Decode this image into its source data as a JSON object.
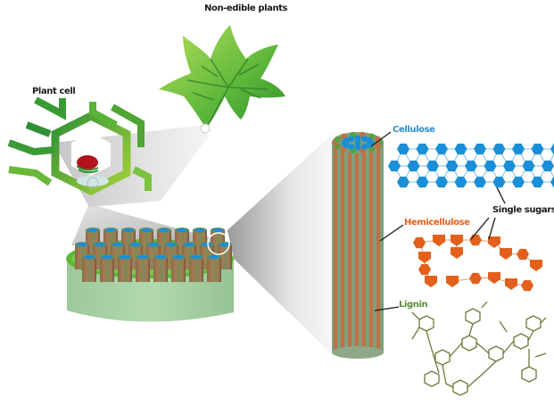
{
  "diagram": {
    "title": "Non-edible plant biomass structure",
    "labels": {
      "non_edible_plants": "Non-edible plants",
      "plant_cell": "Plant cell",
      "cellulose": "Cellulose",
      "single_sugars": "Single sugars",
      "hemicellulose": "Hemicellulose",
      "lignin": "Lignin"
    },
    "colors": {
      "leaf_light": "#9fd44a",
      "leaf_dark": "#3f9a32",
      "cell_wall_light": "#9ccc3c",
      "cell_wall_dark": "#2f8f34",
      "nucleus": "#b2131a",
      "vacuole": "#cfe6e6",
      "tissue_base": "#a6cfa2",
      "tissue_top": "#6cc23a",
      "cellulose": "#1a8fd8",
      "hemicellulose": "#e2601c",
      "lignin": "#6b7a3a",
      "fiber_brown": "#c07048",
      "fiber_green": "#7fa07a",
      "label_dark": "#1a1a1a",
      "label_cellulose": "#2a8fd0",
      "label_hemicellulose": "#e0601e",
      "label_lignin": "#5a8a3a"
    },
    "icons": {
      "leaf": "leaf-icon",
      "plant_cell": "plant-cell-icon",
      "tissue": "tissue-cylinder-icon",
      "fiber": "fiber-bundle-icon",
      "cellulose_chain": "hexagon-chain-icon",
      "hemicellulose_chain": "branched-chain-icon",
      "lignin_network": "molecular-structure-icon"
    }
  }
}
